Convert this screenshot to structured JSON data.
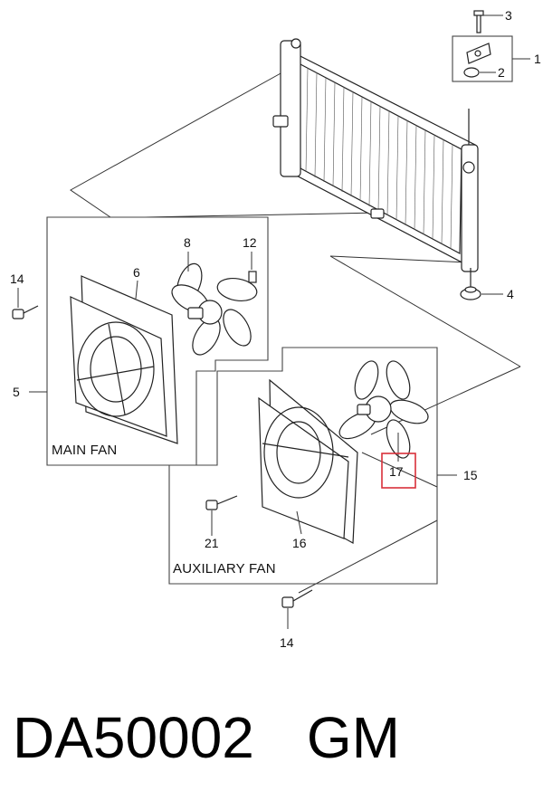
{
  "callouts": {
    "c1": "1",
    "c2": "2",
    "c3": "3",
    "c4": "4",
    "c5": "5",
    "c6": "6",
    "c8": "8",
    "c12": "12",
    "c14a": "14",
    "c14b": "14",
    "c15": "15",
    "c16": "16",
    "c17": "17",
    "c21": "21"
  },
  "labels": {
    "main_fan": "MAIN FAN",
    "auxiliary_fan": "AUXILIARY FAN"
  },
  "footer": {
    "part_number": "DA50002",
    "brand": "GM"
  },
  "colors": {
    "highlight": "#d9303a",
    "line": "#222222"
  }
}
